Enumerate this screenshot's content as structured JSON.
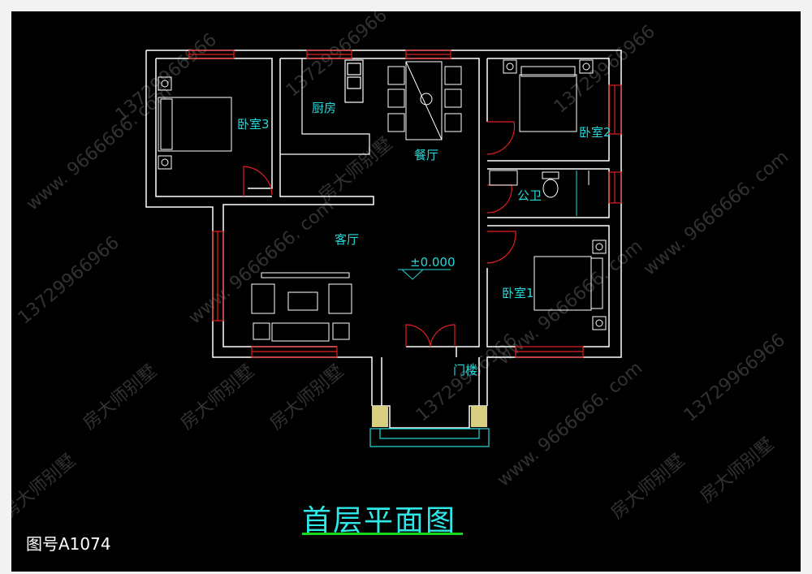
{
  "rooms": {
    "bedroom3": "卧室3",
    "kitchen": "厨房",
    "dining": "餐厅",
    "bedroom2": "卧室2",
    "bathroom": "公卫",
    "living": "客厅",
    "bedroom1": "卧室1",
    "entrance": "门楼"
  },
  "elevation": "±0.000",
  "title": "首层平面图",
  "drawing_number": "图号A1074",
  "watermarks": {
    "phone": "13729966966",
    "site": "www. 9666666. com",
    "brand": "房大师别墅"
  },
  "colors": {
    "background": "#000000",
    "walls": "#ffffff",
    "windows": "#e02020",
    "labels": "#27d8d8",
    "title_underline": "#1cd81c"
  }
}
